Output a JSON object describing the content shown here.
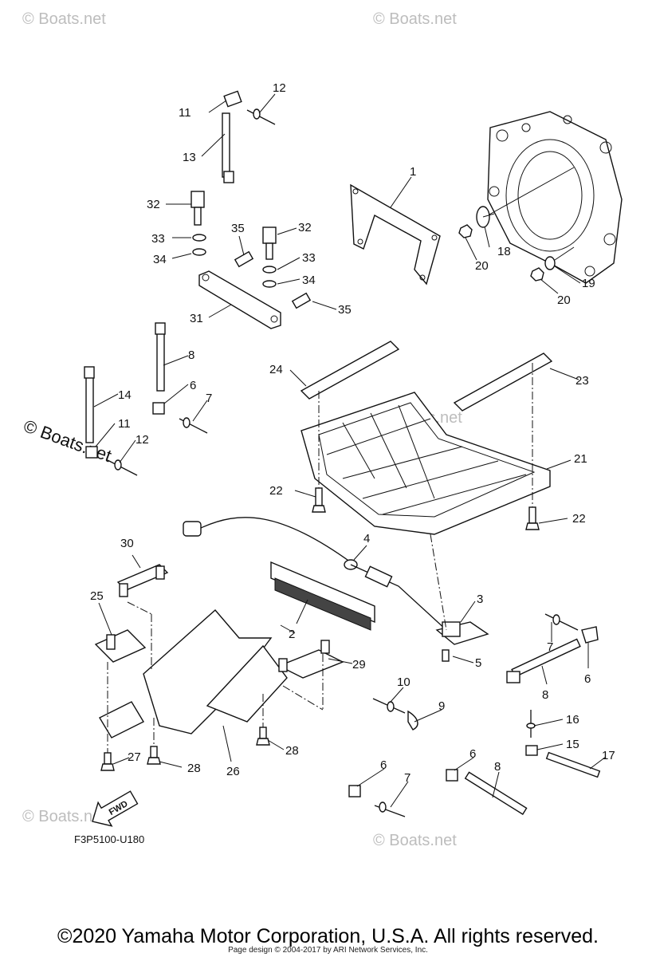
{
  "callouts": [
    {
      "n": "1"
    },
    {
      "n": "2"
    },
    {
      "n": "3"
    },
    {
      "n": "4"
    },
    {
      "n": "5"
    },
    {
      "n": "6"
    },
    {
      "n": "6"
    },
    {
      "n": "6"
    },
    {
      "n": "6"
    },
    {
      "n": "7"
    },
    {
      "n": "7"
    },
    {
      "n": "7"
    },
    {
      "n": "8"
    },
    {
      "n": "8"
    },
    {
      "n": "8"
    },
    {
      "n": "9"
    },
    {
      "n": "10"
    },
    {
      "n": "11"
    },
    {
      "n": "11"
    },
    {
      "n": "12"
    },
    {
      "n": "12"
    },
    {
      "n": "13"
    },
    {
      "n": "14"
    },
    {
      "n": "15"
    },
    {
      "n": "16"
    },
    {
      "n": "17"
    },
    {
      "n": "18"
    },
    {
      "n": "19"
    },
    {
      "n": "20"
    },
    {
      "n": "20"
    },
    {
      "n": "21"
    },
    {
      "n": "22"
    },
    {
      "n": "22"
    },
    {
      "n": "23"
    },
    {
      "n": "24"
    },
    {
      "n": "25"
    },
    {
      "n": "26"
    },
    {
      "n": "27"
    },
    {
      "n": "28"
    },
    {
      "n": "28"
    },
    {
      "n": "29"
    },
    {
      "n": "30"
    },
    {
      "n": "31"
    },
    {
      "n": "32"
    },
    {
      "n": "32"
    },
    {
      "n": "33"
    },
    {
      "n": "33"
    },
    {
      "n": "34"
    },
    {
      "n": "34"
    },
    {
      "n": "35"
    },
    {
      "n": "35"
    }
  ],
  "watermark": "© Boats.net",
  "diagram_code": "F3P5100-U180",
  "fwd_label": "FWD",
  "copyright": "©2020 Yamaha Motor Corporation, U.S.A. All rights reserved.",
  "page_design": "Page design © 2004-2017 by ARI Network Services, Inc."
}
